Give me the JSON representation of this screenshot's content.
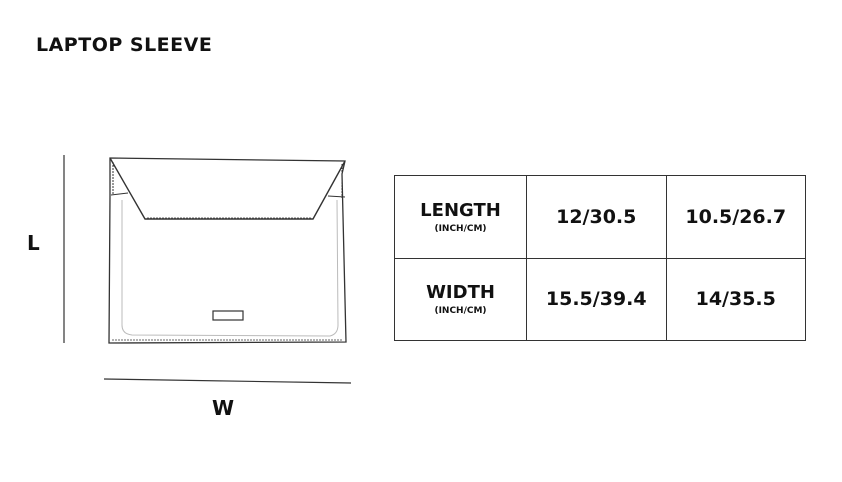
{
  "title": "LAPTOP SLEEVE",
  "dimension_labels": {
    "length": "L",
    "width": "W"
  },
  "table": {
    "rows": [
      {
        "label": "LENGTH",
        "unit": "(INCH/CM)",
        "values": [
          "12/30.5",
          "10.5/26.7"
        ]
      },
      {
        "label": "WIDTH",
        "unit": "(INCH/CM)",
        "values": [
          "15.5/39.4",
          "14/35.5"
        ]
      }
    ]
  }
}
